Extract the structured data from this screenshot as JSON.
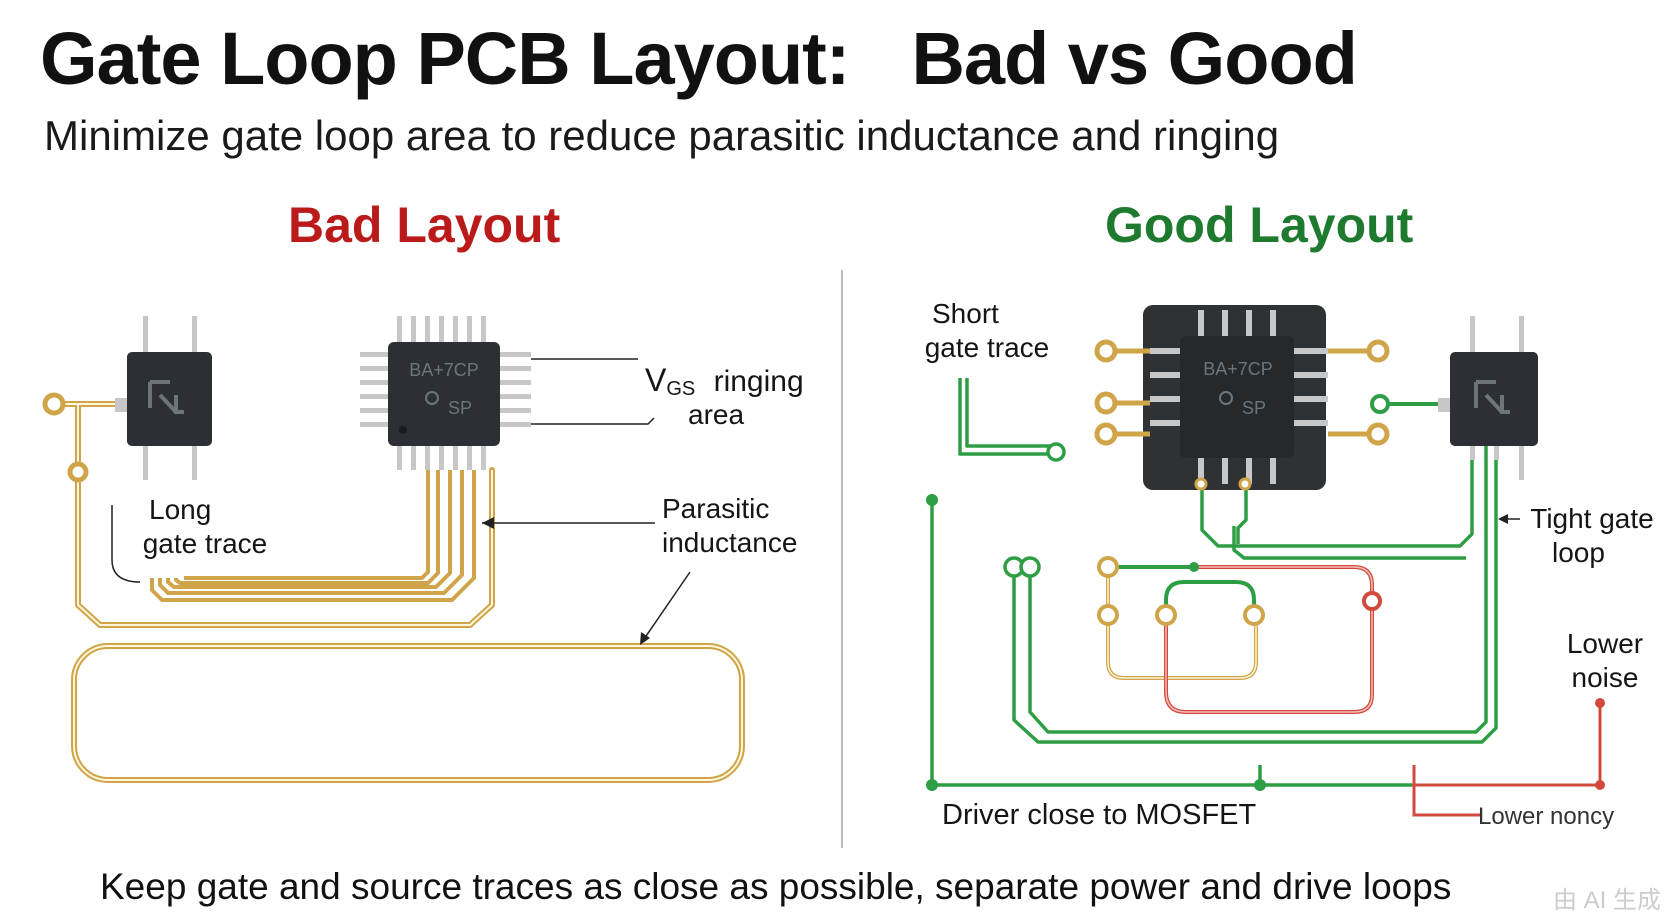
{
  "title": "Gate Loop PCB Layout:",
  "title_compare": "Bad vs Good",
  "subtitle": "Minimize gate loop area to reduce parasitic inductance and ringing",
  "bad": {
    "heading": "Bad Layout",
    "chip_marking_1": "BA+7CP",
    "chip_marking_2": "SP",
    "vgs_v": "V",
    "vgs_sub": "GS",
    "vgs_line1": "ringing",
    "vgs_line2": "area",
    "long_trace_line1": "Long",
    "long_trace_line2": "gate trace",
    "parasitic_line1": "Parasitic",
    "parasitic_line2": "inductance"
  },
  "good": {
    "heading": "Good Layout",
    "chip_marking_1": "BA+7CP",
    "chip_marking_2": "SP",
    "short_trace_line1": "Short",
    "short_trace_line2": "gate trace",
    "tight_loop_line1": "Tight gate",
    "tight_loop_line2": "loop",
    "lower_noise_line1": "Lower",
    "lower_noise_line2": "noise",
    "driver_close": "Driver close to MOSFET",
    "lower_noise_garbled": "Lower noncy"
  },
  "footer": "Keep gate and source traces as close as possible, separate power and drive loops",
  "watermark": "由 AI 生成",
  "colors": {
    "bad_heading": "#bb1a1a",
    "good_heading": "#1e7a2e",
    "gold_trace": "#d0a448",
    "green_trace": "#2e9e44",
    "red_trace": "#d2493d",
    "chip_body": "#2c2f33"
  }
}
